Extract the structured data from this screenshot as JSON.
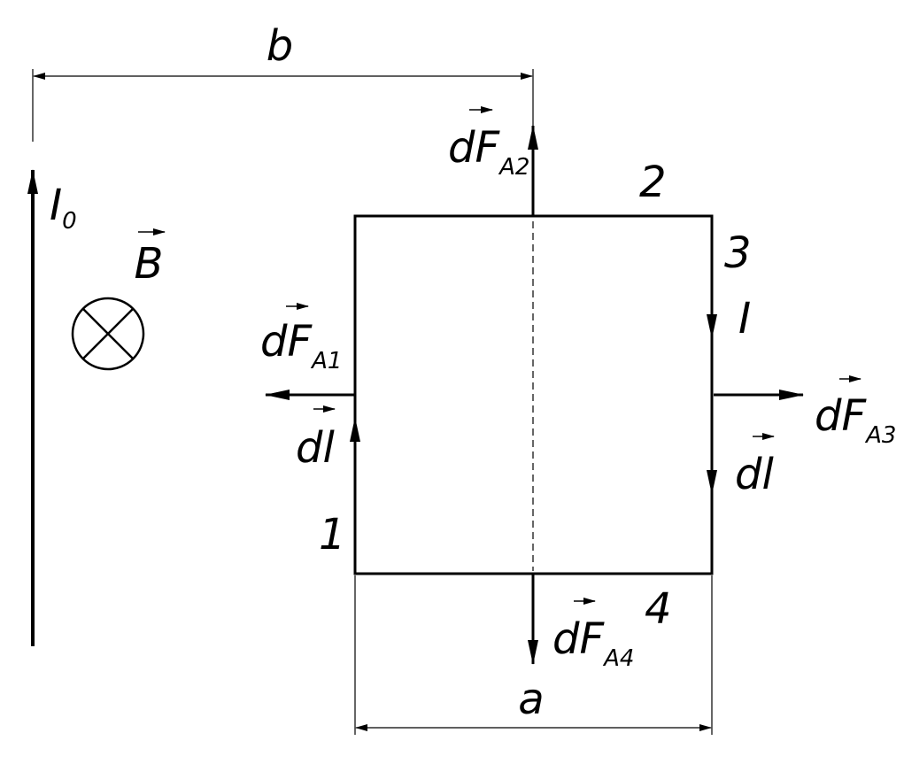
{
  "labels": {
    "b": "b",
    "a": "a",
    "I0_main": "I",
    "I0_sub": "0",
    "B": "B",
    "I": "I",
    "dl": "dl",
    "dF": "dF",
    "sub_A1": "A1",
    "sub_A2": "A2",
    "sub_A3": "A3",
    "sub_A4": "A4",
    "side_1": "1",
    "side_2": "2",
    "side_3": "3",
    "side_4": "4"
  },
  "colors": {
    "line": "#000000",
    "background": "#ffffff"
  }
}
